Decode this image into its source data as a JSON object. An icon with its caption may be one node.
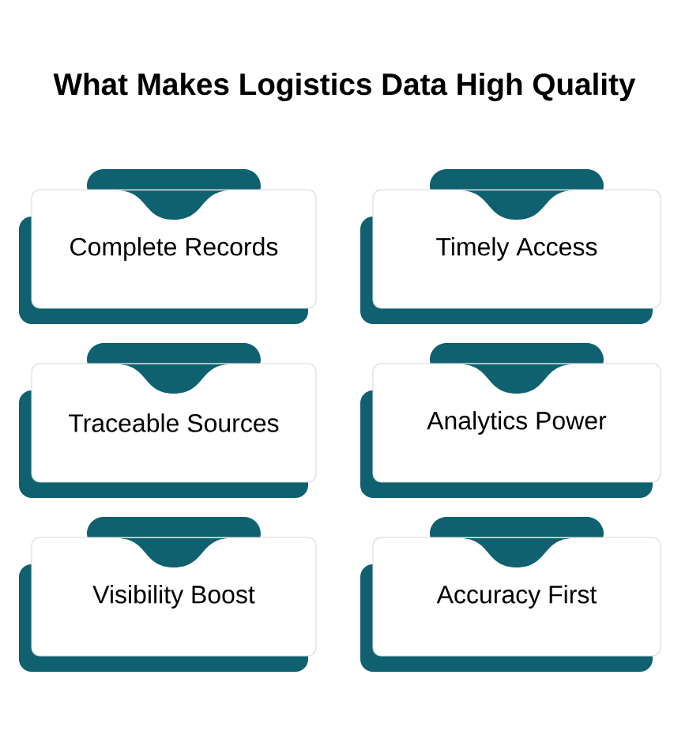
{
  "diagram": {
    "title": "What Makes Logistics Data High Quality",
    "nodes": [
      {
        "text": [
          "Complete Records"
        ]
      },
      {
        "text": [
          "Timely Access"
        ]
      },
      {
        "text": [
          "Traceable Sources"
        ]
      },
      {
        "text": [
          "Analytics Power"
        ]
      },
      {
        "text": [
          "Visibility Boost"
        ]
      },
      {
        "text": [
          "Accuracy First"
        ]
      }
    ]
  }
}
